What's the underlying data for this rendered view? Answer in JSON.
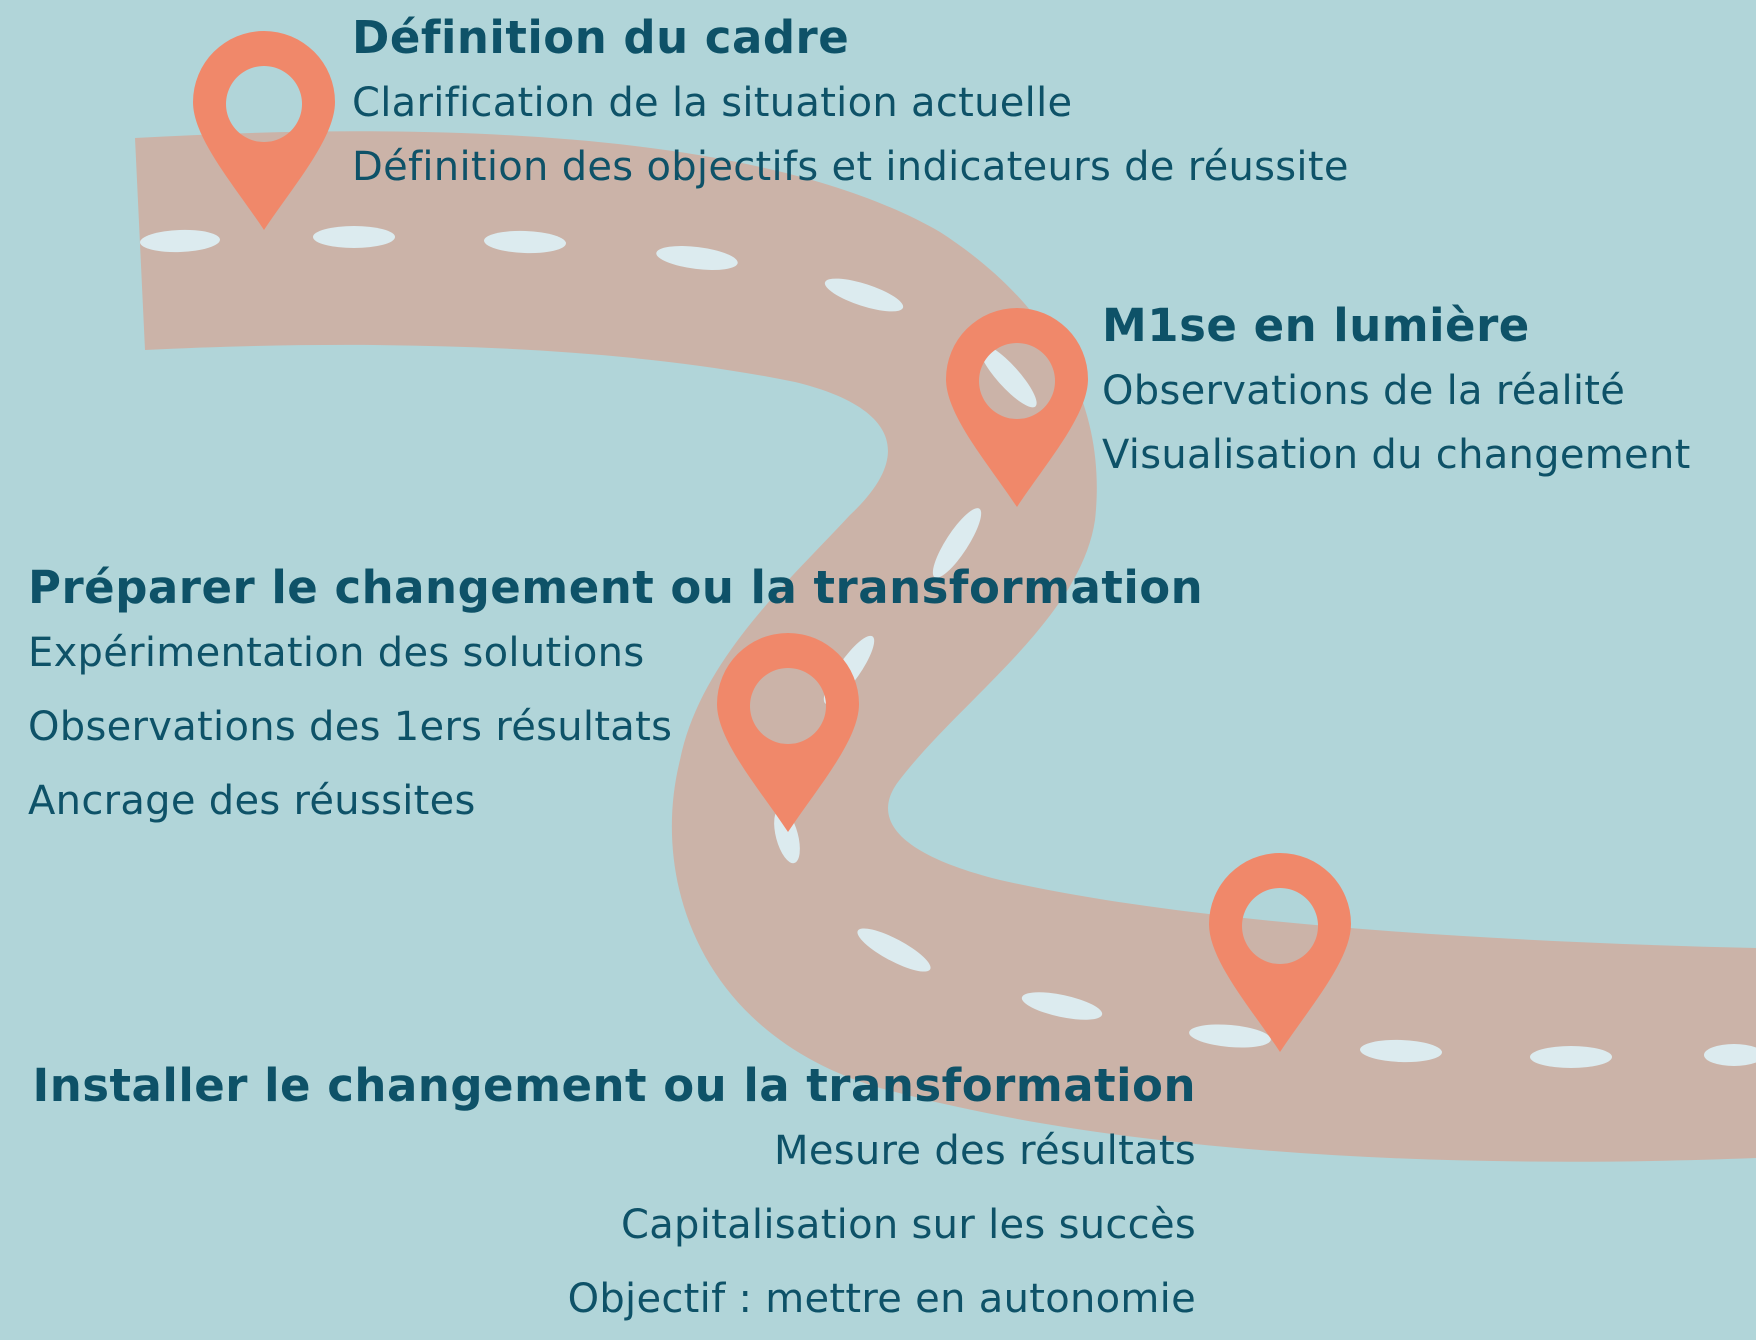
{
  "colors": {
    "background": "#b1d5d9",
    "road": "#cbb3a8",
    "road_dash": "#dcebef",
    "pin": "#f0886a",
    "text": "#0e5268"
  },
  "pin_icon": "map-pin-icon",
  "steps": [
    {
      "title": "Définition du cadre",
      "items": [
        "Clarification de la situation actuelle",
        "Définition des objectifs et indicateurs de réussite"
      ]
    },
    {
      "title": "M1se en lumière",
      "items": [
        "Observations de la réalité",
        "Visualisation du changement"
      ]
    },
    {
      "title": "Préparer le changement ou la transformation",
      "items": [
        "Expérimentation des solutions",
        "Observations des 1ers résultats",
        "Ancrage des réussites"
      ]
    },
    {
      "title": "Installer le changement ou la transformation",
      "items": [
        "Mesure des résultats",
        "Capitalisation sur les succès",
        "Objectif : mettre en autonomie"
      ]
    }
  ]
}
